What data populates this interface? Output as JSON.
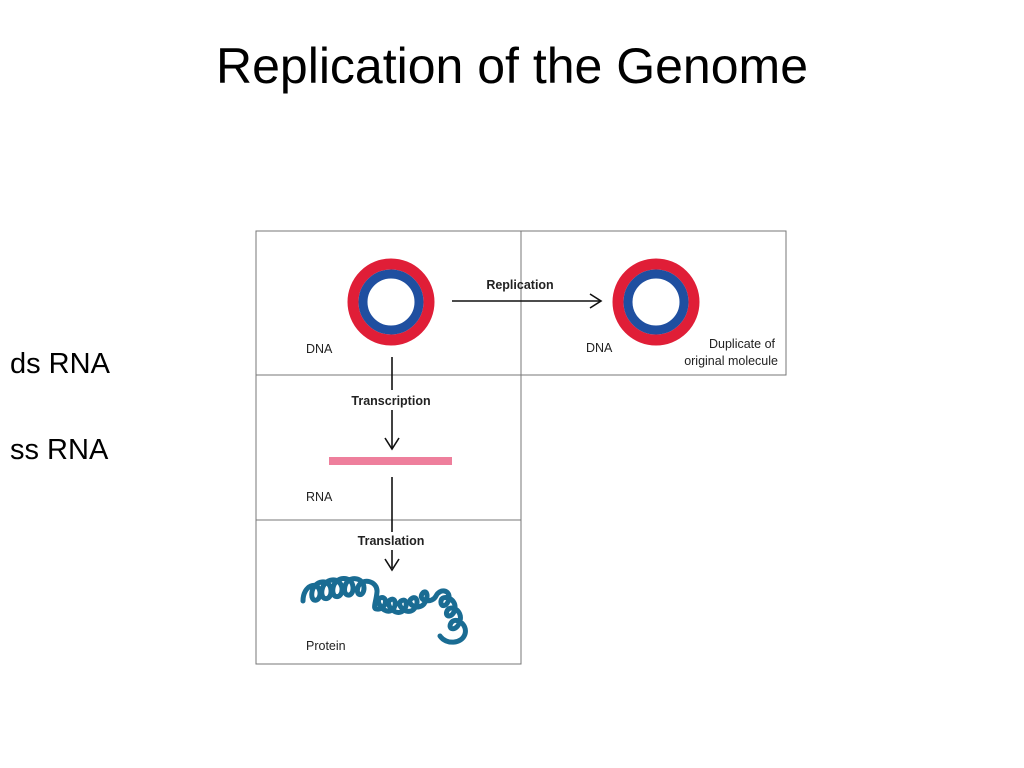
{
  "slide": {
    "title": "Replication of the Genome"
  },
  "side_labels": {
    "ds": "ds RNA",
    "ss": "ss RNA"
  },
  "diagram": {
    "replication_label": "Replication",
    "transcription_label": "Transcription",
    "translation_label": "Translation",
    "dna_label_left": "DNA",
    "dna_label_right": "DNA",
    "duplicate_line1": "Duplicate of",
    "duplicate_line2": "original molecule",
    "rna_label": "RNA",
    "protein_label": "Protein"
  },
  "colors": {
    "dna_outer_strand": "#e01e37",
    "dna_inner_strand": "#1f4fa0",
    "rna_strand": "#ee7f9c",
    "protein_chain": "#1a6c93",
    "panel_border": "#777777"
  },
  "icons": [
    "circular-dna-icon",
    "rna-strand-icon",
    "protein-coil-icon",
    "arrow-right-icon",
    "arrow-down-icon"
  ]
}
